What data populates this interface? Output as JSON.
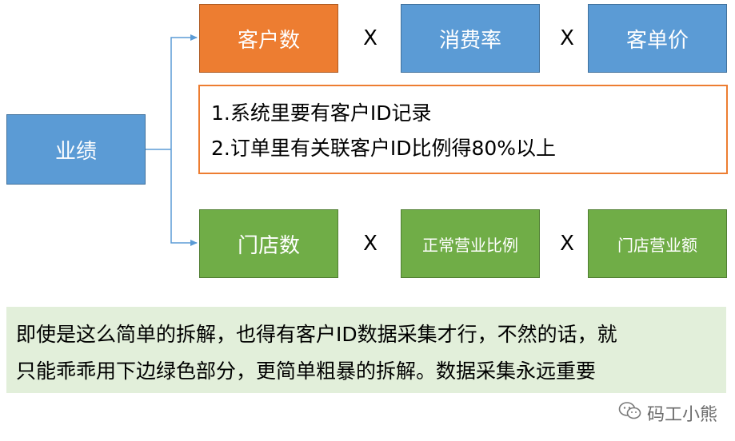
{
  "root": {
    "label": "业绩"
  },
  "top_row": {
    "items": [
      "客户数",
      "消费率",
      "客单价"
    ],
    "operators": [
      "X",
      "X"
    ]
  },
  "notes": {
    "lines": [
      "1.系统里要有客户ID记录",
      "2.订单里有关联客户ID比例得80%以上"
    ]
  },
  "bottom_row": {
    "items": [
      "门店数",
      "正常营业比例",
      "门店营业额"
    ],
    "operators": [
      "X",
      "X"
    ]
  },
  "summary": {
    "lines": [
      "即使是这么简单的拆解，也得有客户ID数据采集才行，不然的话，就",
      "只能乖乖用下边绿色部分，更简单粗暴的拆解。数据采集永远重要"
    ]
  },
  "watermark": {
    "text": "码工小熊",
    "icon": "wechat-icon"
  },
  "colors": {
    "orange": "#ed7d31",
    "blue": "#5b9bd5",
    "green": "#70ad47",
    "connector": "#5b9bd5",
    "summary_bg": "#e2efda"
  }
}
